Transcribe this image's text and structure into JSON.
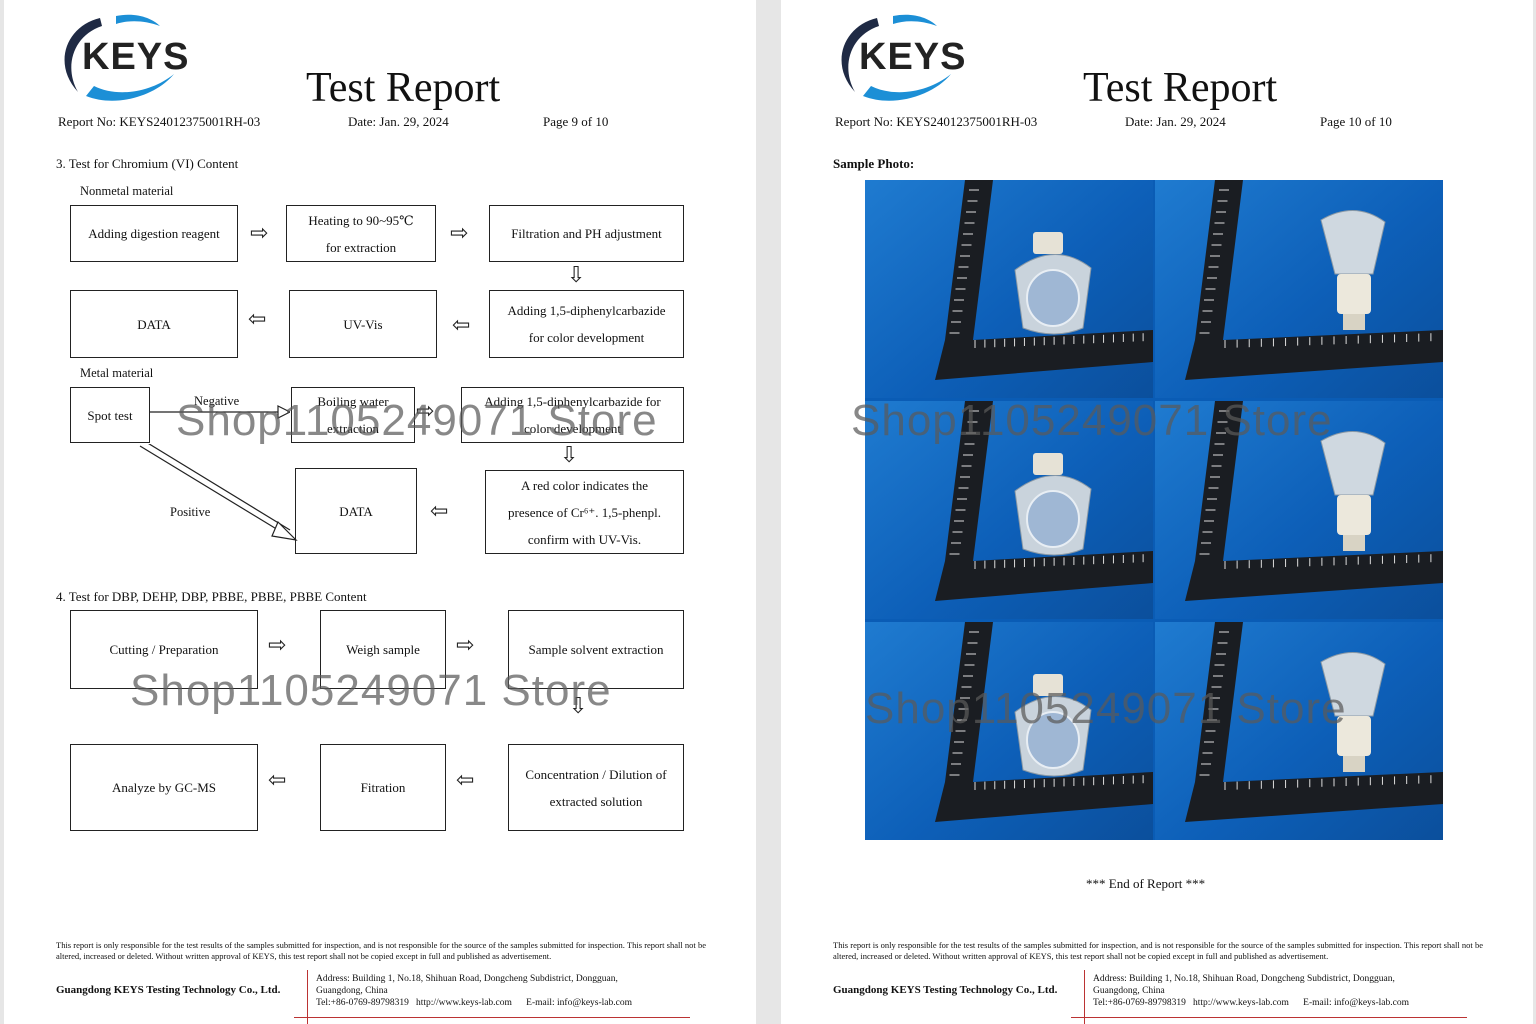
{
  "brand": {
    "logo_text": "KEYS"
  },
  "page1": {
    "title": "Test Report",
    "report_no": "Report No: KEYS24012375001RH-03",
    "date": "Date: Jan. 29, 2024",
    "page": "Page 9 of 10",
    "section3": {
      "title": "3. Test for Chromium (VI) Content",
      "nonmetal_label": "Nonmetal material",
      "metal_label": "Metal material",
      "nonmetal_steps": {
        "adding_reagent": "Adding digestion reagent",
        "heating_1": "Heating to 90~95℃",
        "heating_2": "for extraction",
        "filtration": "Filtration and PH adjustment",
        "data": "DATA",
        "uvvis": "UV-Vis",
        "diphenyl_1": "Adding 1,5-diphenylcarbazide",
        "diphenyl_2": "for color development"
      },
      "metal_steps": {
        "spot_test": "Spot test",
        "negative": "Negative",
        "boiling_1": "Boiling water",
        "boiling_2": "extraction",
        "adding_1": "Adding 1,5-diphenylcarbazide for",
        "adding_2": "color development",
        "positive": "Positive",
        "data": "DATA",
        "ared_1": "A red color indicates the",
        "ared_2": "presence of Cr⁶⁺. 1,5-phenpl.",
        "ared_3": "confirm with UV-Vis."
      }
    },
    "section4": {
      "title": "4. Test for DBP, DEHP, DBP, PBBE, PBBE, PBBE Content",
      "steps": {
        "cutting": "Cutting / Preparation",
        "weigh": "Weigh sample",
        "solvent": "Sample solvent extraction",
        "analyze": "Analyze by GC-MS",
        "filtration": "Fitration",
        "conc_1": "Concentration / Dilution of",
        "conc_2": "extracted solution"
      }
    },
    "watermarks": [
      "Shop1105249071 Store",
      "Shop1105249071 Store"
    ]
  },
  "page2": {
    "title": "Test Report",
    "report_no": "Report No: KEYS24012375001RH-03",
    "date": "Date: Jan. 29, 2024",
    "page": "Page 10 of 10",
    "sample_photo_label": "Sample Photo:",
    "end_text": "*** End of Report ***",
    "watermarks": [
      "Shop1105249071 Store",
      "Shop1105249071 Store"
    ]
  },
  "footer": {
    "disclaimer": "This report is only responsible for the test results of the samples submitted for inspection, and is not responsible for the source of the samples submitted for inspection. This report shall not be altered, increased or deleted. Without written approval of KEYS, this test report shall not be copied except in full and published as advertisement.",
    "company": "Guangdong KEYS Testing Technology Co., Ltd.",
    "address_1": "Address: Building 1, No.18, Shihuan Road, Dongcheng Subdistrict, Dongguan,",
    "address_2": "Guangdong, China",
    "tel": "Tel:+86-0769-89798319",
    "web": "http://www.keys-lab.com",
    "email": "E-mail: info@keys-lab.com"
  },
  "colors": {
    "logo_blue": "#1c8fd6",
    "logo_dark": "#1f2a44",
    "photo_bg": "#1570c8",
    "footer_line": "#b33333"
  }
}
